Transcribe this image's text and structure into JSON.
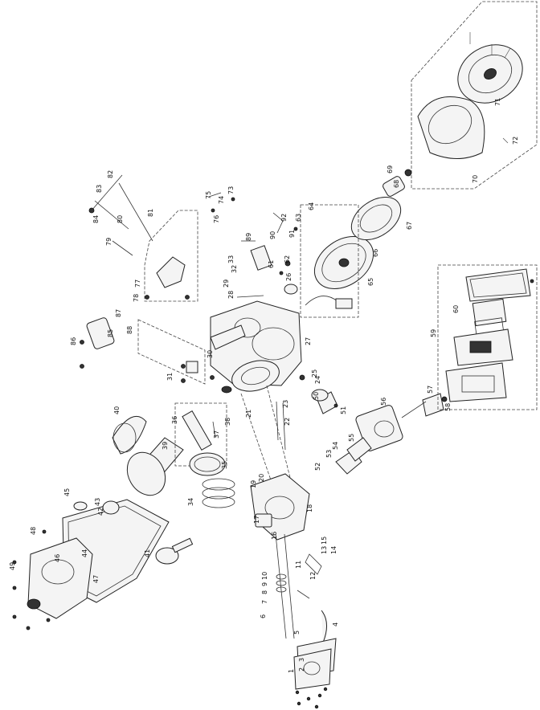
{
  "diagram": {
    "labels": [
      "1",
      "2",
      "3",
      "4",
      "5",
      "6",
      "7",
      "8",
      "9",
      "10",
      "11",
      "12",
      "13",
      "14",
      "15",
      "16",
      "17",
      "18",
      "19",
      "20",
      "21",
      "22",
      "23",
      "24",
      "25",
      "26",
      "27",
      "28",
      "29",
      "30",
      "31",
      "32",
      "33",
      "34",
      "35",
      "36",
      "37",
      "38",
      "39",
      "40",
      "41",
      "42",
      "43",
      "44",
      "45",
      "46",
      "47",
      "48",
      "49",
      "50",
      "51",
      "52",
      "53",
      "54",
      "55",
      "56",
      "57",
      "58",
      "59",
      "60",
      "61",
      "62",
      "63",
      "64",
      "65",
      "66",
      "67",
      "68",
      "69",
      "70",
      "71",
      "72",
      "73",
      "74",
      "75",
      "76",
      "77",
      "78",
      "79",
      "80",
      "81",
      "82",
      "83",
      "84",
      "85",
      "86",
      "87",
      "88",
      "89",
      "90",
      "91",
      "92"
    ]
  }
}
